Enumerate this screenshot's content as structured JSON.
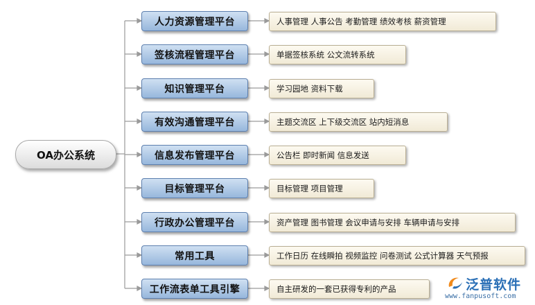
{
  "root": {
    "label": "OA办公系统"
  },
  "categories": [
    {
      "label": "人力资源管理平台",
      "items": "人事管理  人事公告  考勤管理  绩效考核  薪资管理"
    },
    {
      "label": "签核流程管理平台",
      "items": "单据签核系统  公文流转系统"
    },
    {
      "label": "知识管理平台",
      "items": "学习园地  资料下载"
    },
    {
      "label": "有效沟通管理平台",
      "items": "主题交流区  上下级交流区  站内短消息"
    },
    {
      "label": "信息发布管理平台",
      "items": "公告栏  即时新闻  信息发送"
    },
    {
      "label": "目标管理平台",
      "items": "目标管理  项目管理"
    },
    {
      "label": "行政办公管理平台",
      "items": "资产管理  图书管理  会议申请与安排  车辆申请与安排"
    },
    {
      "label": "常用工具",
      "items": "工作日历  在线瞬拍  视频监控  问卷测试  公式计算器  天气预报"
    },
    {
      "label": "工作流表单工具引擎",
      "items": "自主研发的一套已获得专利的产品"
    }
  ],
  "watermark": {
    "brand": "泛普软件",
    "url": "www.fanpusoft.com"
  },
  "colors": {
    "category_fill": "#97b7dc",
    "item_fill": "#f1ead6",
    "connector": "#9a9a9a"
  }
}
